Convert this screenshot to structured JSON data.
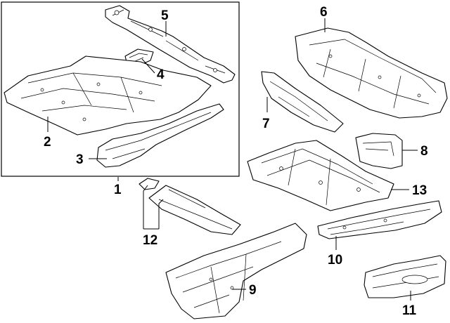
{
  "callouts": {
    "c1": "1",
    "c2": "2",
    "c3": "3",
    "c4": "4",
    "c5": "5",
    "c6": "6",
    "c7": "7",
    "c8": "8",
    "c9": "9",
    "c10": "10",
    "c11": "11",
    "c12": "12",
    "c13": "13"
  },
  "colors": {
    "line": "#000000",
    "background": "#ffffff"
  }
}
